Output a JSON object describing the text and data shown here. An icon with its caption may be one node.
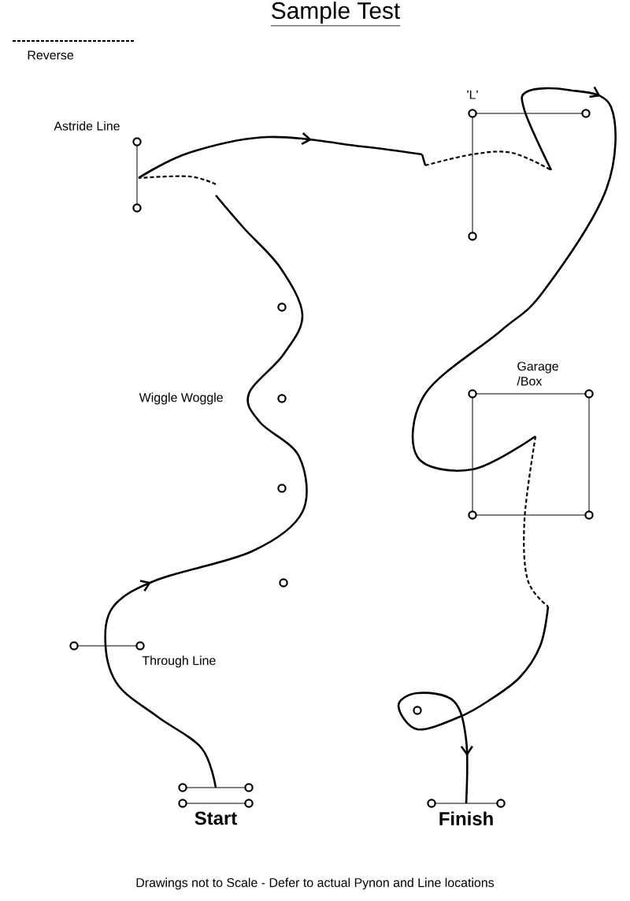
{
  "diagram": {
    "title": "Sample Test",
    "caption": "Drawings not to Scale - Defer to actual Pynon and Line locations",
    "labels": [
      "'L'",
      "Astride Line",
      "Garage /Box",
      "Wiggle Woggle",
      "Through Line",
      "Start",
      "Finish"
    ],
    "legend": [
      {
        "text": "Reverse"
      }
    ]
  }
}
